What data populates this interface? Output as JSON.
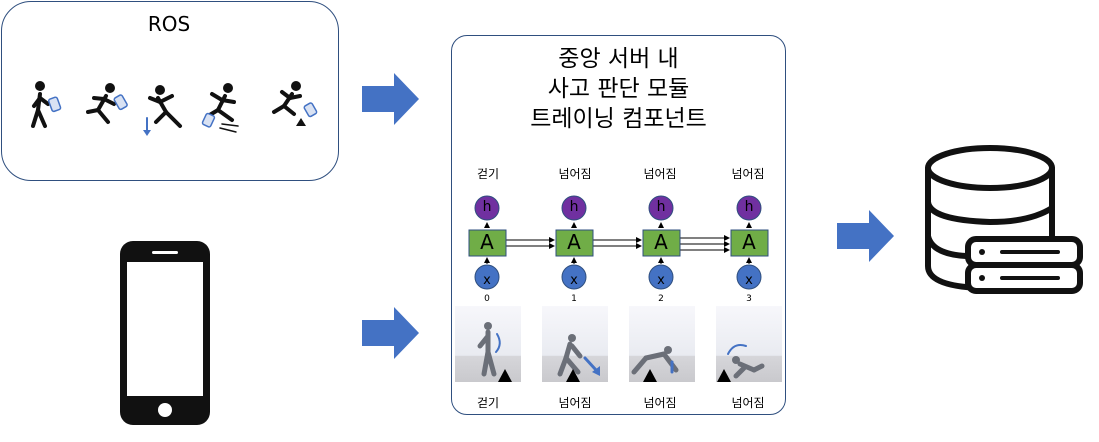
{
  "ros": {
    "title": "ROS"
  },
  "module": {
    "title_lines": [
      "중앙 서버 내",
      "사고 판단 모듈",
      "트레이닝 컴포넌트"
    ]
  },
  "rnn": {
    "cells": [
      {
        "top_label": "걷기",
        "hidden": "h",
        "unit": "A",
        "input": "x",
        "index": "0"
      },
      {
        "top_label": "넘어짐",
        "hidden": "h",
        "unit": "A",
        "input": "x",
        "index": "1"
      },
      {
        "top_label": "넘어짐",
        "hidden": "h",
        "unit": "A",
        "input": "x",
        "index": "2"
      },
      {
        "top_label": "넘어짐",
        "hidden": "h",
        "unit": "A",
        "input": "x",
        "index": "3"
      }
    ],
    "colors": {
      "hidden": "#7030a0",
      "unit": "#70ad47",
      "input": "#4472c4"
    }
  },
  "frames": {
    "labels": [
      "걷기",
      "넘어짐",
      "넘어짐",
      "넘어짐"
    ]
  },
  "icons": {
    "arrows": "arrow-right-icon",
    "phone": "smartphone-icon",
    "database": "database-server-icon",
    "figures": [
      "walking-person-icon",
      "running-person-icon",
      "falling-person-icon",
      "slipping-person-icon",
      "tripping-person-icon"
    ]
  },
  "colors": {
    "arrow": "#4472c4",
    "border": "#2f4f7f"
  }
}
